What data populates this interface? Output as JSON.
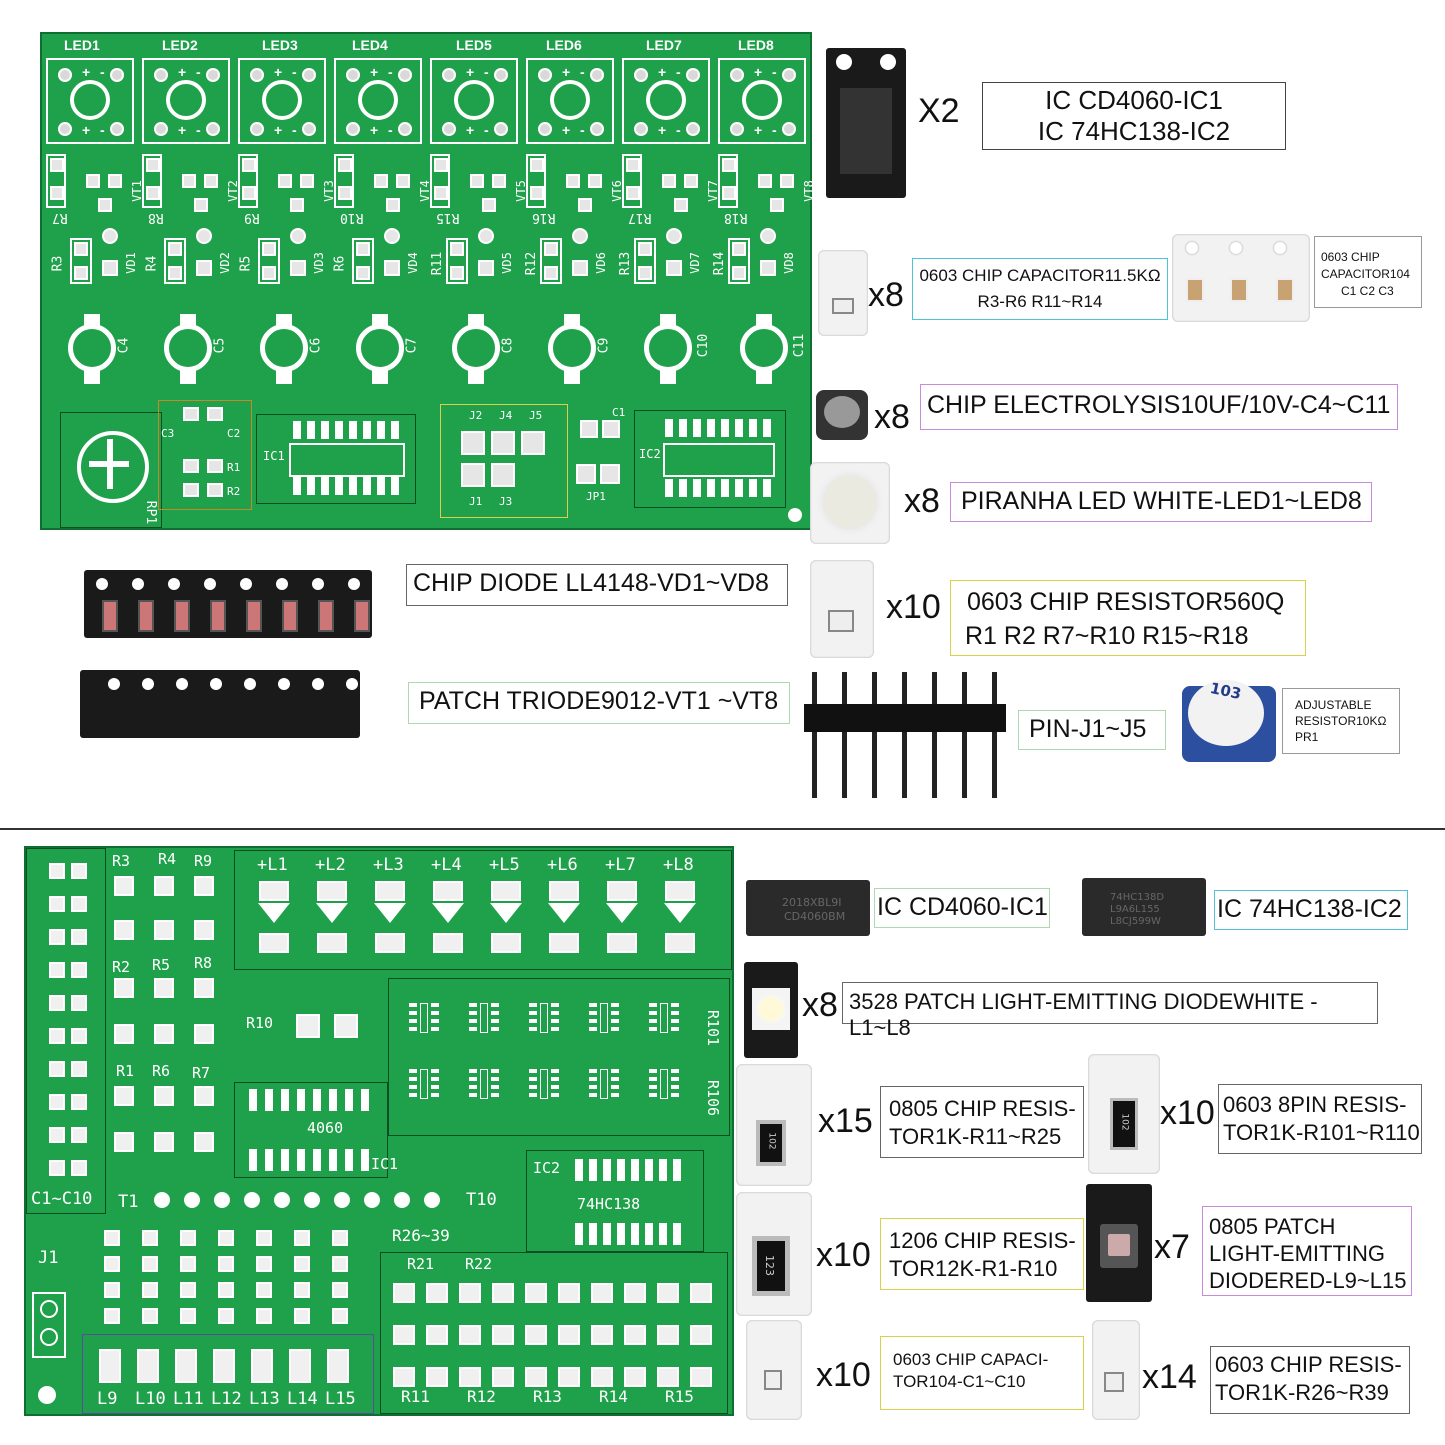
{
  "top_board": {
    "led_labels": [
      "LED1",
      "LED2",
      "LED3",
      "LED4",
      "LED5",
      "LED6",
      "LED7",
      "LED8"
    ],
    "resistor_labels_row1": [
      "R7",
      "R8",
      "R9",
      "R10",
      "R15",
      "R16",
      "R17",
      "R18"
    ],
    "transistor_labels": [
      "VT1",
      "VT2",
      "VT3",
      "VT4",
      "VT5",
      "VT6",
      "VT7",
      "VT8"
    ],
    "resistor_labels_row2": [
      "R3",
      "R4",
      "R5",
      "R6",
      "R11",
      "R12",
      "R13",
      "R14"
    ],
    "diode_labels": [
      "VD1",
      "VD2",
      "VD3",
      "VD4",
      "VD5",
      "VD6",
      "VD7",
      "VD8"
    ],
    "cap_labels": [
      "C4",
      "C5",
      "C6",
      "C7",
      "C8",
      "C9",
      "C10",
      "C11"
    ],
    "other_labels": {
      "rp1": "RP1",
      "c3": "C3",
      "c2": "C2",
      "r1": "R1",
      "r2": "R2",
      "ic1": "IC1",
      "j1": "J1",
      "j2": "J2",
      "j3": "J3",
      "j4": "J4",
      "j5": "J5",
      "c1": "C1",
      "jp1": "JP1",
      "ic2": "IC2"
    }
  },
  "top_parts": [
    {
      "qty": "X2",
      "label_lines": [
        "IC CD4060-IC1",
        "IC 74HC138-IC2"
      ]
    },
    {
      "qty": "x8",
      "label_lines": [
        "0603 CHIP CAPACITOR11.5KΩ",
        "R3-R6 R11~R14"
      ]
    },
    {
      "qty": "",
      "label_lines": [
        "0603 CHIP",
        "CAPACITOR104",
        "C1 C2 C3"
      ]
    },
    {
      "qty": "x8",
      "label_lines": [
        "CHIP ELECTROLYSIS10UF/10V-C4~C11"
      ]
    },
    {
      "qty": "x8",
      "label_lines": [
        "PIRANHA LED WHITE-LED1~LED8"
      ]
    },
    {
      "qty": "",
      "label_lines": [
        "CHIP DIODE LL4148-VD1~VD8"
      ]
    },
    {
      "qty": "x10",
      "label_lines": [
        "0603 CHIP RESISTOR560Q",
        "R1 R2 R7~R10 R15~R18"
      ]
    },
    {
      "qty": "",
      "label_lines": [
        "PATCH TRIODE9012-VT1 ~VT8"
      ]
    },
    {
      "qty": "",
      "label_lines": [
        "PIN-J1~J5"
      ]
    },
    {
      "qty": "",
      "label_lines": [
        "ADJUSTABLE",
        "RESISTOR10KΩ",
        "PR1"
      ]
    }
  ],
  "bottom_board": {
    "res_labels": [
      "R3",
      "R4",
      "R9",
      "R2",
      "R5",
      "R8",
      "R1",
      "R6",
      "R7",
      "R10"
    ],
    "led_labels": [
      "+L1",
      "+L2",
      "+L3",
      "+L4",
      "+L5",
      "+L6",
      "+L7",
      "+L8"
    ],
    "side_label": "C1~C10",
    "ic_4060": "4060",
    "ic1": "IC1",
    "ic2": "IC2",
    "ic_74hc138": "74HC138",
    "t1": "T1",
    "t10": "T10",
    "r26_39": "R26~39",
    "r101": "R101",
    "r106": "R106",
    "j1": "J1",
    "r21": "R21",
    "r22": "R22",
    "bottom_leds": [
      "L9",
      "L10",
      "L11",
      "L12",
      "L13",
      "L14",
      "L15"
    ],
    "bottom_res": [
      "R11",
      "R12",
      "R13",
      "R14",
      "R15"
    ]
  },
  "bottom_parts": [
    {
      "qty": "",
      "label_lines": [
        "IC CD4060-IC1"
      ],
      "chip_text": [
        "2018XBL9I",
        "CD4060BM"
      ]
    },
    {
      "qty": "",
      "label_lines": [
        "IC 74HC138-IC2"
      ],
      "chip_text": [
        "74HC138D",
        "L9A6L155",
        "L8CJ599W"
      ]
    },
    {
      "qty": "x8",
      "label_lines": [
        "3528 PATCH LIGHT-EMITTING DIODEWHITE -L1~L8"
      ]
    },
    {
      "qty": "x15",
      "label_lines": [
        "0805 CHIP RESIS-",
        "TOR1K-R11~R25"
      ],
      "chip_text": [
        "102"
      ]
    },
    {
      "qty": "x10",
      "label_lines": [
        "0603 8PIN RESIS-",
        "TOR1K-R101~R110"
      ],
      "chip_text": [
        "102"
      ]
    },
    {
      "qty": "x10",
      "label_lines": [
        "1206 CHIP RESIS-",
        "TOR12K-R1-R10"
      ],
      "chip_text": [
        "123"
      ]
    },
    {
      "qty": "x7",
      "label_lines": [
        "0805 PATCH",
        "LIGHT-EMITTING",
        "DIODERED-L9~L15"
      ]
    },
    {
      "qty": "x10",
      "label_lines": [
        "0603 CHIP CAPACI-",
        "TOR104-C1~C10"
      ]
    },
    {
      "qty": "x14",
      "label_lines": [
        "0603 CHIP RESIS-",
        "TOR1K-R26~R39"
      ]
    }
  ],
  "chip_top": {
    "trimmer": "103"
  },
  "colors": {
    "pcb": "#1fa04a",
    "silkscreen": "#ffffff",
    "label_border": "#444444"
  }
}
